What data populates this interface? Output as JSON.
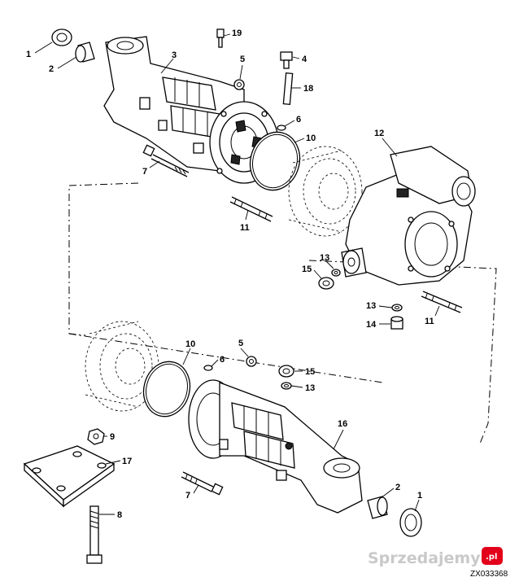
{
  "figure": {
    "callouts": {
      "c1_top": "1",
      "c2_top": "2",
      "c3": "3",
      "c19": "19",
      "c5_top": "5",
      "c4": "4",
      "c18": "18",
      "c6_top": "6",
      "c10_top": "10",
      "c7_top": "7",
      "c11_top": "11",
      "c12": "12",
      "c13_mid": "13",
      "c15_mid": "15",
      "c13_low": "13",
      "c14": "14",
      "c11_right": "11",
      "c10_low": "10",
      "c5_low": "5",
      "c6_low": "6",
      "c15_low": "15",
      "c13_bot": "13",
      "c16": "16",
      "c9": "9",
      "c17": "17",
      "c2_bot": "2",
      "c1_bot": "1",
      "c7_bot": "7",
      "c8": "8"
    },
    "reference_code": "ZX033368"
  },
  "watermark": {
    "text": "Sprzedajemy",
    "suffix": ".pl",
    "badge_color": "#e2001a"
  }
}
